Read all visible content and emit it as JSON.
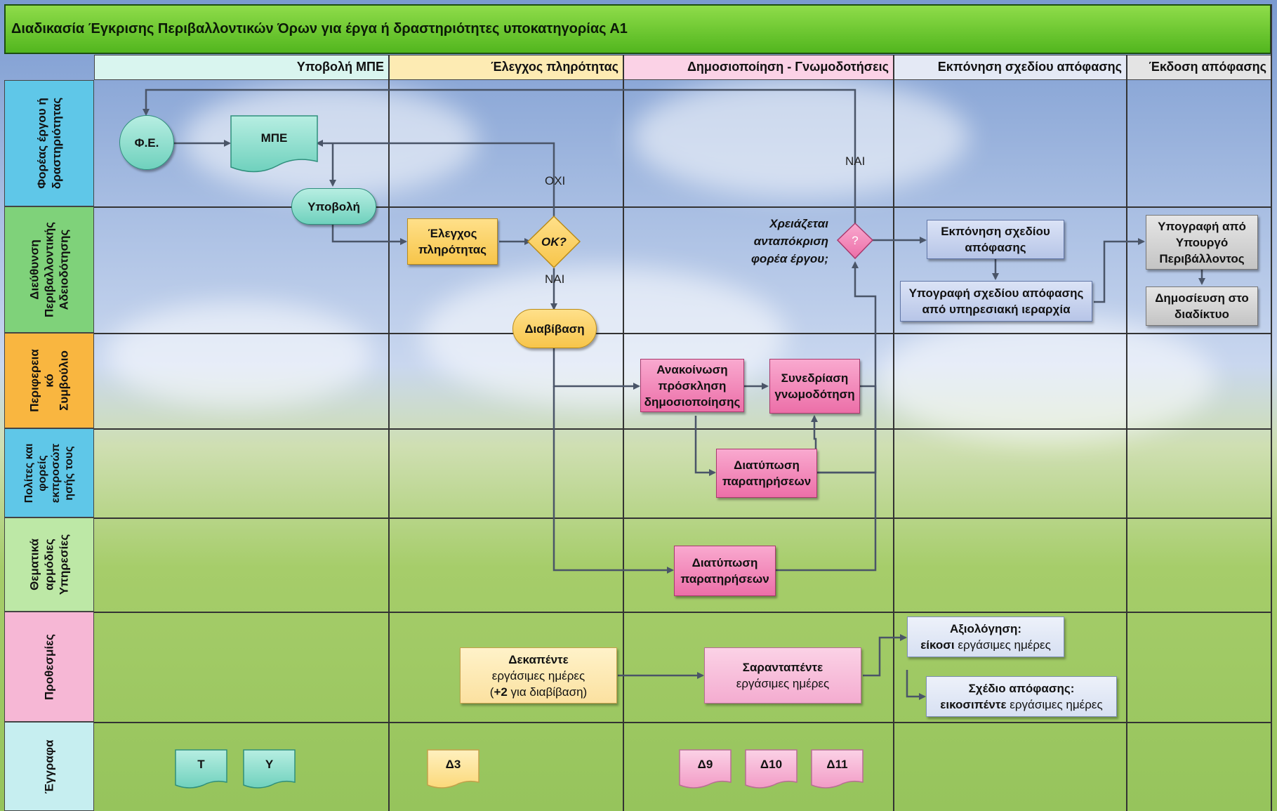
{
  "title": "Διαδικασία Έγκρισης Περιβαλλοντικών Όρων για έργα ή δραστηριότητες υποκατηγορίας Α1",
  "columns": [
    "Υποβολή ΜΠΕ",
    "Έλεγχος πληρότητας",
    "Δημοσιοποίηση - Γνωμοδοτήσεις",
    "Εκπόνηση σχεδίου απόφασης",
    "Έκδοση απόφασης"
  ],
  "rows": [
    {
      "line1": "Φορέας έργου ή",
      "line2": "δραστηριότητας",
      "line3": ""
    },
    {
      "line1": "Διεύθυνση",
      "line2": "Περιβαλλοντικής",
      "line3": "Αδειοδότησης"
    },
    {
      "line1": "Περιφερεια",
      "line2": "κό",
      "line3": "Συμβούλιο"
    },
    {
      "line1": "Πολίτες και",
      "line2": "φορείς",
      "line3": "εκπροσώπ",
      "line4": "ησής τους"
    },
    {
      "line1": "Θεματικά",
      "line2": "αρμόδιες",
      "line3": "Υπηρεσίες"
    },
    {
      "line1": "Προθεσμίες",
      "line2": "",
      "line3": ""
    },
    {
      "line1": "Έγγραφα",
      "line2": "",
      "line3": ""
    }
  ],
  "nodes": {
    "fe": "Φ.Ε.",
    "mpe": "ΜΠΕ",
    "ypovoli": "Υποβολή",
    "elegxos_l1": "Έλεγχος",
    "elegxos_l2": "πληρότητας",
    "ok": "ΟΚ?",
    "diavivasi": "Διαβίβαση",
    "q_mark": "?",
    "q_label_l1": "Χρειάζεται",
    "q_label_l2": "ανταπόκριση",
    "q_label_l3": "φορέα έργου;",
    "ekponisi_l1": "Εκπόνηση σχεδίου",
    "ekponisi_l2": "απόφασης",
    "ypografi_sx_l1": "Υπογραφή σχεδίου απόφασης",
    "ypografi_sx_l2": "από υπηρεσιακή ιεραρχία",
    "ypografi_yp_l1": "Υπογραφή από",
    "ypografi_yp_l2": "Υπουργό",
    "ypografi_yp_l3": "Περιβάλλοντος",
    "dimosieusi_l1": "Δημοσίευση στο",
    "dimosieusi_l2": "διαδίκτυο",
    "anakoinosi_l1": "Ανακοίνωση",
    "anakoinosi_l2": "πρόσκληση",
    "anakoinosi_l3": "δημοσιοποίησης",
    "synedriasi_l1": "Συνεδρίαση",
    "synedriasi_l2": "γνωμοδότηση",
    "diatyposi1_l1": "Διατύπωση",
    "diatyposi1_l2": "παρατηρήσεων",
    "diatyposi2_l1": "Διατύπωση",
    "diatyposi2_l2": "παρατηρήσεων"
  },
  "edge_labels": {
    "oxi": "ΟΧΙ",
    "nai1": "ΝΑΙ",
    "nai2": "ΝΑΙ"
  },
  "deadlines": {
    "dekapente_bold": "Δεκαπέντε",
    "dekapente_l2": "εργάσιμες ημέρες",
    "dekapente_l3_open": "(",
    "dekapente_l3_bold": "+2",
    "dekapente_l3_rest": " για διαβίβαση)",
    "saranta_bold": "Σαρανταπέντε",
    "saranta_l2": "εργάσιμες ημέρες",
    "axiologisi_bold": "Αξιολόγηση:",
    "axiologisi_l2_bold": "είκοσι",
    "axiologisi_l2_rest": " εργάσιμες ημέρες",
    "sxedio_bold": "Σχέδιο απόφασης:",
    "sxedio_l2_bold": "εικοσιπέντε",
    "sxedio_l2_rest": " εργάσιμες ημέρες"
  },
  "documents": [
    "Τ",
    "Υ",
    "Δ3",
    "Δ9",
    "Δ10",
    "Δ11"
  ],
  "colors": {
    "header_green": "#52b61e",
    "teal": "#6fd1bd",
    "yellow": "#f7c54a",
    "pink": "#ec6fa8",
    "blue": "#b7c5e7",
    "gray": "#c4c4c4"
  }
}
